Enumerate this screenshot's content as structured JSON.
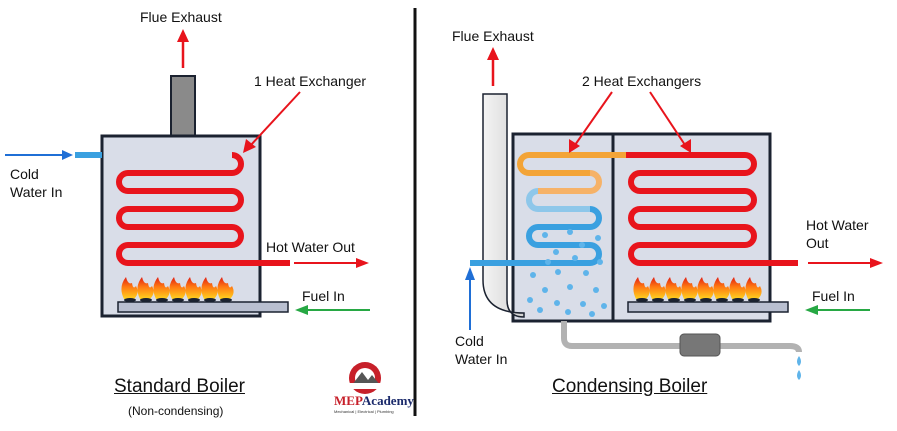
{
  "standard": {
    "flue_label": "Flue Exhaust",
    "exchanger_label": "1 Heat Exchanger",
    "cold_water_label_1": "Cold",
    "cold_water_label_2": "Water In",
    "hot_water_label": "Hot Water Out",
    "fuel_label": "Fuel In",
    "title": "Standard Boiler",
    "subtitle": "(Non-condensing)"
  },
  "condensing": {
    "flue_label": "Flue Exhaust",
    "exchanger_label": "2 Heat Exchangers",
    "cold_water_label_1": "Cold",
    "cold_water_label_2": "Water In",
    "hot_water_label_1": "Hot Water",
    "hot_water_label_2": "Out",
    "fuel_label": "Fuel In",
    "title": "Condensing Boiler"
  },
  "logo": {
    "name_part1": "MEP",
    "name_part2": "Academy",
    "tagline": "Mechanical | Electrical | Plumbing"
  },
  "colors": {
    "hot": "#e8141c",
    "warm": "#f3a437",
    "cold": "#3aa0e0",
    "fuel_arrow": "#27a844",
    "cold_arrow": "#1f6fd6",
    "outline": "#1b2230",
    "boiler_fill": "#d9dde8"
  }
}
